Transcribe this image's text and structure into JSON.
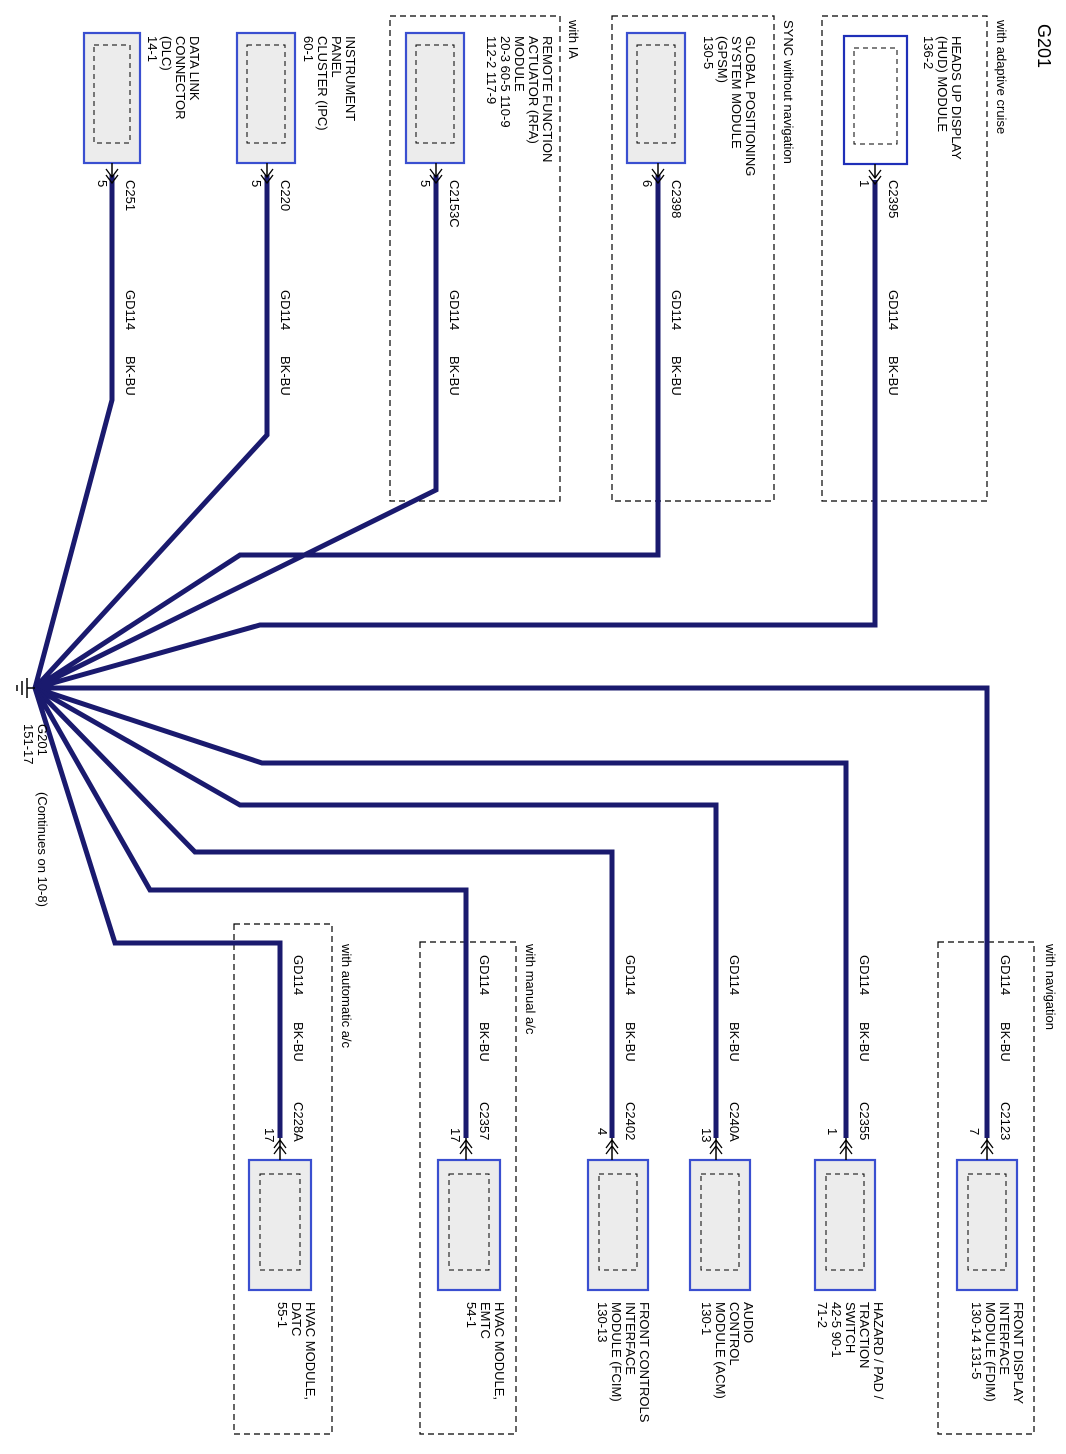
{
  "diagram": {
    "ground_id": "G201",
    "ground_label": "G201",
    "ground_ref": "151-17",
    "continues": "(Continues on 10-8)",
    "wire_code": "GD114",
    "wire_color": "BK-BU",
    "colors": {
      "wire": "#1a1a6e",
      "module_border": "#3a4fd0",
      "module_fill": "#ececec",
      "group_border": "#000000"
    },
    "top_modules": [
      {
        "key": "dlc",
        "lines": [
          "DATA LINK",
          "CONNECTOR",
          "(DLC)",
          "14-1"
        ],
        "connector": "C251",
        "pin": "5",
        "group_label": ""
      },
      {
        "key": "ipc",
        "lines": [
          "INSTRUMENT",
          "PANEL",
          "CLUSTER (IPC)",
          "60-1"
        ],
        "connector": "C220",
        "pin": "5",
        "group_label": ""
      },
      {
        "key": "rfa",
        "lines": [
          "REMOTE FUNCTION",
          "ACTUATOR (RFA)",
          "MODULE",
          "20-3    60-5    110-9",
          "112-2   117-9"
        ],
        "connector": "C2153C",
        "pin": "5",
        "group_label": "with IA"
      },
      {
        "key": "gpsm",
        "lines": [
          "GLOBAL POSITIONING",
          "SYSTEM MODULE",
          "(GPSM)",
          "130-5"
        ],
        "connector": "C2398",
        "pin": "6",
        "group_label": "SYNC without navigation"
      },
      {
        "key": "hud",
        "lines": [
          "HEADS UP DISPLAY",
          "(HUD) MODULE",
          "136-2"
        ],
        "connector": "C2395",
        "pin": "1",
        "group_label": "with adaptive cruise"
      }
    ],
    "bottom_modules": [
      {
        "key": "datc",
        "lines": [
          "HVAC MODULE,",
          "DATC",
          "55-1"
        ],
        "connector": "C228A",
        "pin": "17",
        "group_label": "with automatic a/c"
      },
      {
        "key": "emtc",
        "lines": [
          "HVAC MODULE,",
          "EMTC",
          "54-1"
        ],
        "connector": "C2357",
        "pin": "17",
        "group_label": "with manual a/c"
      },
      {
        "key": "fcim",
        "lines": [
          "FRONT CONTROLS",
          "INTERFACE",
          "MODULE (FCIM)",
          "130-13"
        ],
        "connector": "C2402",
        "pin": "4",
        "group_label": ""
      },
      {
        "key": "acm",
        "lines": [
          "AUDIO",
          "CONTROL",
          "MODULE (ACM)",
          "130-1"
        ],
        "connector": "C240A",
        "pin": "13",
        "group_label": ""
      },
      {
        "key": "hazard",
        "lines": [
          "HAZARD / PAD /",
          "TRACTION",
          "SWITCH",
          "42-5    90-1",
          "71-2"
        ],
        "connector": "C2355",
        "pin": "1",
        "group_label": ""
      },
      {
        "key": "fdim",
        "lines": [
          "FRONT DISPLAY",
          "INTERFACE",
          "MODULE (FDIM)",
          "130-14   131-5"
        ],
        "connector": "C2123",
        "pin": "7",
        "group_label": "with navigation"
      }
    ]
  }
}
